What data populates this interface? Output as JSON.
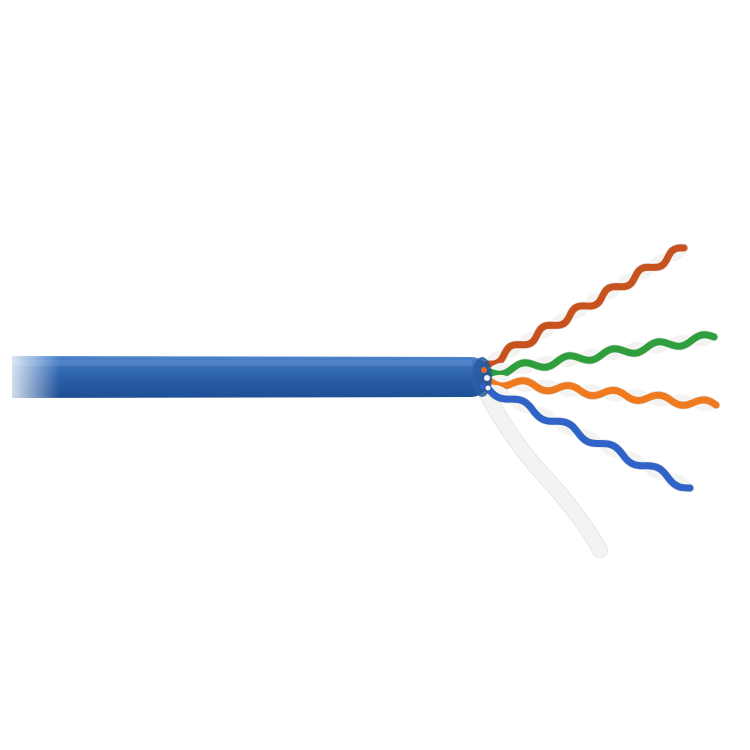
{
  "image": {
    "subject": "network-cable",
    "background_color": "#ffffff"
  },
  "cable": {
    "jacket_color": "#2a5ea8",
    "jacket_highlight_color": "#4f86cc",
    "jacket_shadow_color": "#1e4f94",
    "pairs": [
      {
        "name": "brown-pair",
        "color": "#c8521e"
      },
      {
        "name": "green-pair",
        "color": "#2f9e3c"
      },
      {
        "name": "orange-pair",
        "color": "#f07a20"
      },
      {
        "name": "blue-pair",
        "color": "#2f63c8"
      },
      {
        "name": "white-lead",
        "color": "#f3f3f1"
      }
    ]
  }
}
